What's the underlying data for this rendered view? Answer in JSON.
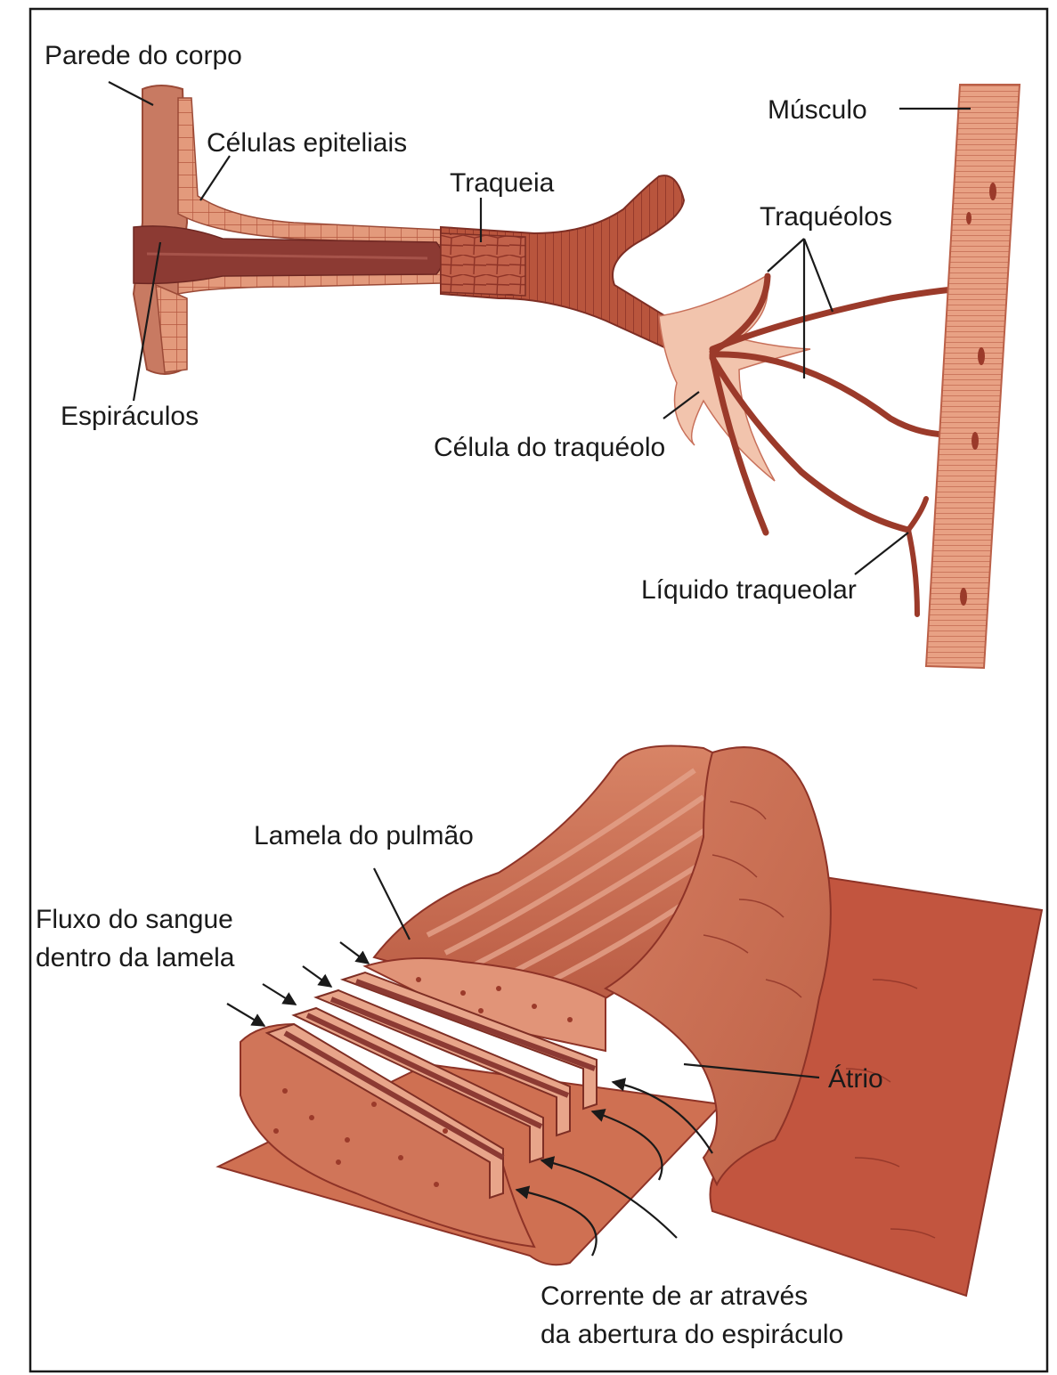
{
  "colors": {
    "tissue": "#c86f55",
    "tissue_dark": "#9b3a2a",
    "tissue_light": "#e8a58a",
    "tissue_pale": "#f2c4ad",
    "lumen": "#8c3a33",
    "muscle": "#e49a7c",
    "muscle_line": "#b75b45",
    "atrium_floor": "#c2553f",
    "line": "#1a1a1a"
  },
  "top_diagram": {
    "labels": {
      "body_wall": "Parede do corpo",
      "epithelial_cells": "Células epiteliais",
      "trachea": "Traqueia",
      "muscle": "Músculo",
      "tracheoles": "Traquéolos",
      "spiracles": "Espiráculos",
      "tracheole_cell": "Célula do traquéolo",
      "tracheolar_fluid": "Líquido traqueolar"
    }
  },
  "bottom_diagram": {
    "labels": {
      "lung_lamella": "Lamela do pulmão",
      "blood_flow_line1": "Fluxo do sangue",
      "blood_flow_line2": "dentro da lamela",
      "atrium": "Átrio",
      "airflow_line1": "Corrente de ar através",
      "airflow_line2": "da abertura do espiráculo"
    }
  }
}
